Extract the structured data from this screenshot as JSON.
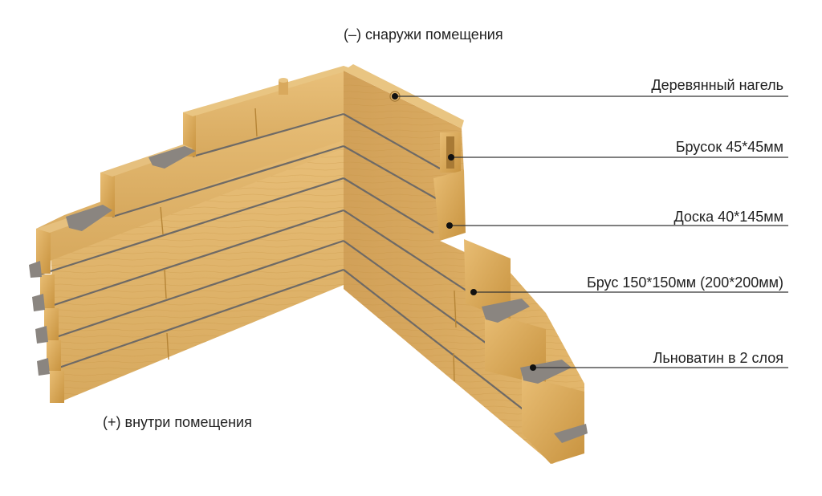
{
  "captions": {
    "outside": "(–) снаружи помещения",
    "inside": "(+) внутри помещения"
  },
  "callouts": [
    {
      "id": "dowel",
      "label": "Деревянный нагель"
    },
    {
      "id": "bar",
      "label": "Брусок 45*45мм"
    },
    {
      "id": "board",
      "label": "Доска 40*145мм"
    },
    {
      "id": "beam",
      "label": "Брус 150*150мм (200*200мм)"
    },
    {
      "id": "flax",
      "label": "Льноватин в 2 слоя"
    }
  ],
  "colors": {
    "wood_face": "#e2b56a",
    "wood_side": "#d4a45a",
    "wood_end": "#c99543",
    "wood_shadow": "#b88436",
    "insulation": "#8a8580",
    "leader_line": "#333333",
    "text": "#222222"
  }
}
